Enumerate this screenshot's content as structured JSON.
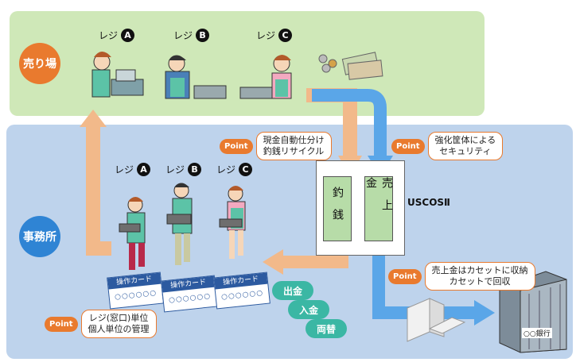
{
  "zones": {
    "store": {
      "label": "売り場",
      "color": "#cfe8b8"
    },
    "office": {
      "label": "事務所",
      "color": "#bed3ec"
    }
  },
  "registers_store": [
    {
      "prefix": "レジ",
      "badge": "A"
    },
    {
      "prefix": "レジ",
      "badge": "B"
    },
    {
      "prefix": "レジ",
      "badge": "C"
    }
  ],
  "registers_office": [
    {
      "prefix": "レジ",
      "badge": "A"
    },
    {
      "prefix": "レジ",
      "badge": "B"
    },
    {
      "prefix": "レジ",
      "badge": "C"
    }
  ],
  "points": {
    "badge_text": "Point",
    "recycle": {
      "line1": "現金自動仕分け",
      "line2": "釣銭リサイクル"
    },
    "security": {
      "line1": "強化筐体による",
      "line2": "セキュリティ"
    },
    "cassette": {
      "line1": "売上金はカセットに収納",
      "line2": "カセットで回収"
    },
    "management": {
      "line1": "レジ(窓口)単位",
      "line2": "個人単位の管理"
    }
  },
  "machine": {
    "name": "USCOSⅡ",
    "left_cassette": "釣銭",
    "right_cassette": "売上金"
  },
  "operations": [
    "出金",
    "入金",
    "両替"
  ],
  "card": {
    "title": "操作カード",
    "dots": "○○○○○○"
  },
  "bank": {
    "label": "○○銀行"
  },
  "colors": {
    "orange": "#e97a2e",
    "blue": "#4a90d9",
    "teal": "#3bb7a4",
    "green_zone": "#cfe8b8",
    "blue_zone": "#bed3ec"
  }
}
